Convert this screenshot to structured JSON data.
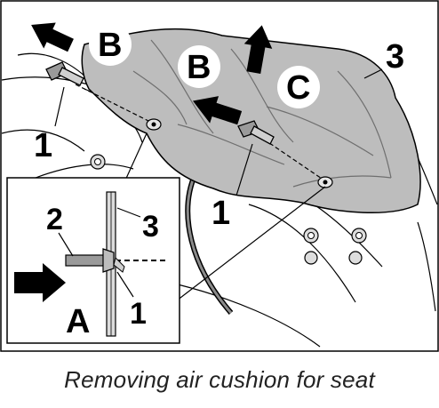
{
  "caption": "Removing air cushion for seat",
  "labels": {
    "b_left": "B",
    "b_mid": "B",
    "c": "C",
    "three_main": "3",
    "one_left": "1",
    "one_mid": "1",
    "two_inset": "2",
    "three_inset": "3",
    "one_inset": "1",
    "a_inset": "A"
  },
  "colors": {
    "cushion": "#bdbdbd",
    "outline": "#000000",
    "background": "#ffffff",
    "caption": "#222222"
  }
}
